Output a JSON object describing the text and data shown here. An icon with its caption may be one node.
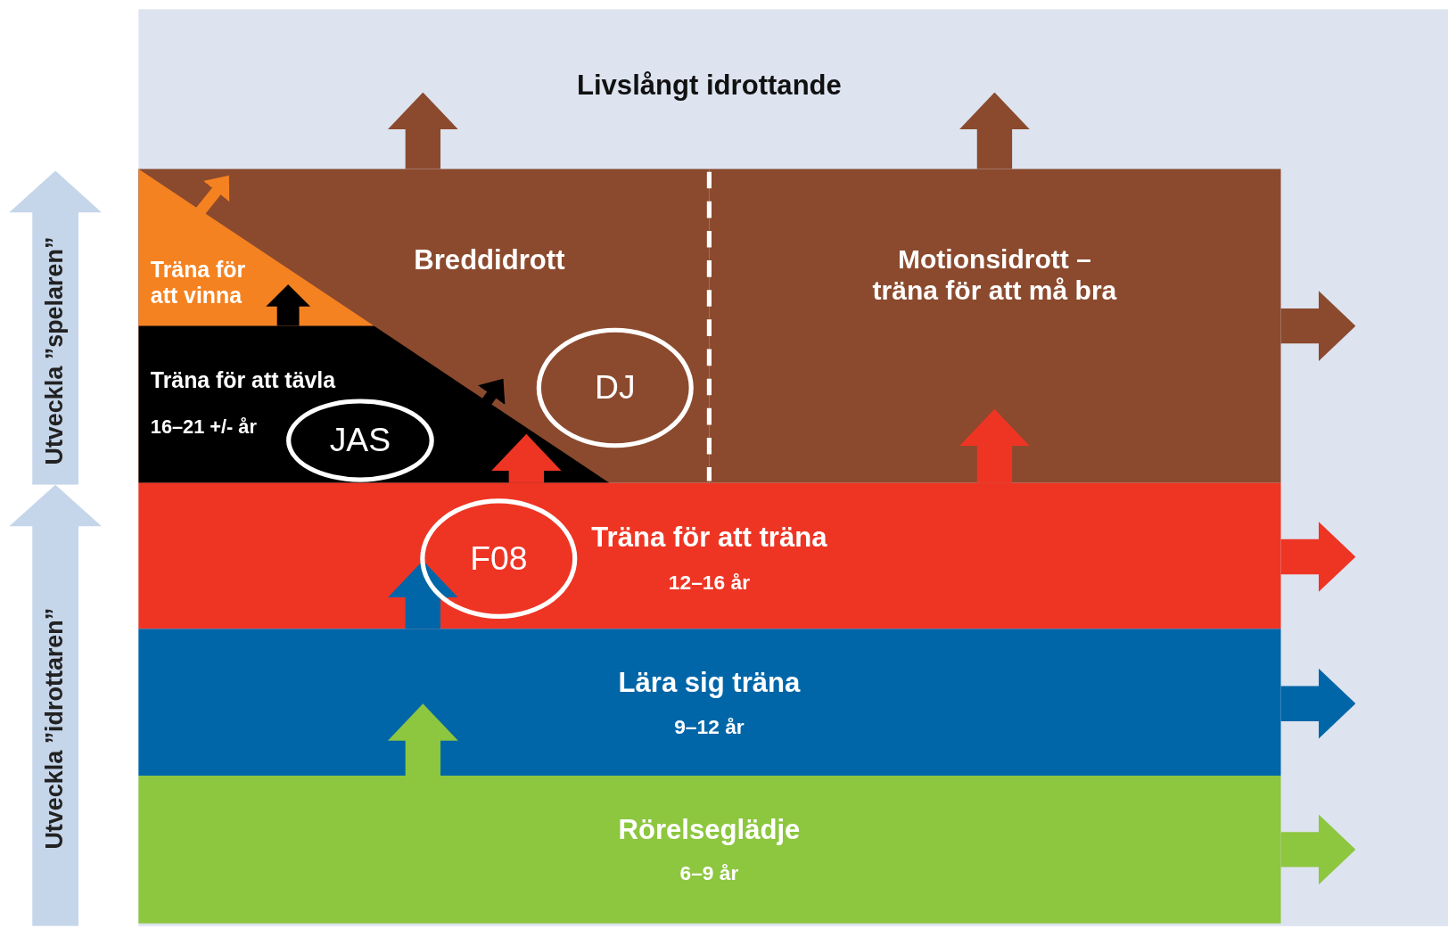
{
  "diagram": {
    "nodes": [
      {
        "text": [
          "Livslångt idrottande"
        ]
      },
      {
        "text": [
          "Breddidrott"
        ],
        "in": 0
      },
      {
        "text": [
          "Motionsidrott – träna för att må bra"
        ],
        "in": 0
      },
      {
        "text": [
          "Träna för att vinna"
        ],
        "in": 1
      },
      {
        "text": [
          "Träna för att tävla",
          "16–21 +/- år"
        ],
        "in": 1
      },
      {
        "text": [
          "Träna för att träna",
          "12–16 år"
        ],
        "in": 0
      },
      {
        "text": [
          "Lära sig träna",
          "9–12 år"
        ],
        "in": 0
      },
      {
        "text": [
          "Rörelseglädje",
          "6–9 år"
        ],
        "in": 0
      },
      {
        "text": [
          "JAS"
        ],
        "in": 4
      },
      {
        "text": [
          "DJ"
        ],
        "in": 1
      },
      {
        "text": [
          "F08"
        ],
        "in": 5
      },
      {
        "text": [
          "Utveckla ”spelaren”"
        ]
      },
      {
        "text": [
          "Utveckla ”idrottaren”"
        ]
      }
    ],
    "edges": [
      {
        "from": 7,
        "to": 6,
        "arrow": "to",
        "color": "#8dc63f"
      },
      {
        "from": 6,
        "to": 5,
        "arrow": "to",
        "color": "#0066a8"
      },
      {
        "from": 5,
        "to": 4,
        "arrow": "to",
        "color": "#ee3524"
      },
      {
        "from": 5,
        "to": 2,
        "arrow": "to",
        "color": "#ee3524"
      },
      {
        "from": 4,
        "to": 3,
        "arrow": "to",
        "color": "#000000"
      },
      {
        "from": 3,
        "to": 1,
        "arrow": "both",
        "color": "#f58220"
      },
      {
        "from": 4,
        "to": 1,
        "arrow": "both",
        "color": "#000000"
      },
      {
        "from": 1,
        "to": 0,
        "arrow": "to",
        "color": "#8b4a2e"
      },
      {
        "from": 2,
        "to": 0,
        "arrow": "to",
        "color": "#8b4a2e"
      },
      {
        "from": 2,
        "to": 0,
        "arrow": "to",
        "color": "#8b4a2e"
      },
      {
        "from": 5,
        "to": 0,
        "arrow": "to",
        "color": "#ee3524"
      },
      {
        "from": 6,
        "to": 0,
        "arrow": "to",
        "color": "#0066a8"
      },
      {
        "from": 7,
        "to": 0,
        "arrow": "to",
        "color": "#8dc63f"
      }
    ]
  }
}
